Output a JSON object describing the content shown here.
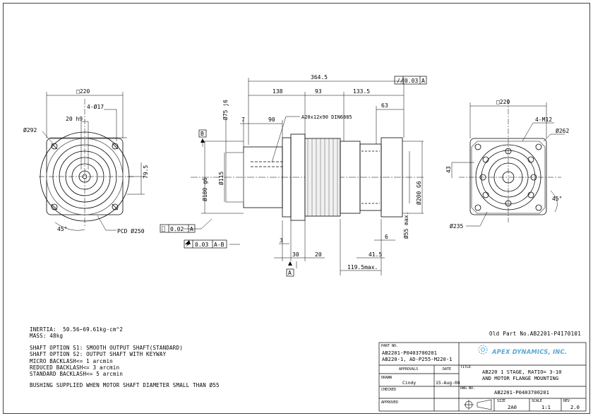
{
  "notes": {
    "inertia": "INERTIA:  50.56~69.61kg-cm^2",
    "mass": "MASS: 48kg",
    "shaft_s1": "SHAFT OPTION S1: SMOOTH OUTPUT SHAFT(STANDARD)",
    "shaft_s2": "SHAFT OPTION S2: OUTPUT SHAFT WITH KEYWAY",
    "micro": "MICRO BACKLASH<= 1 arcmin",
    "reduced": "REDUCED BACKLASH<= 3 arcmin",
    "standard": "STANDARD BACKLASH<= 5 arcmin",
    "bushing": "BUSHING SUPPLIED WHEN MOTOR SHAFT DIAMETER SMALL THAN Ø55"
  },
  "old_part": "Old Part No.AB2201-P4170101",
  "title_block": {
    "part_no_label": "PART NO.",
    "part_no_1": "AB2201-P0403700201",
    "part_no_2": "AB220-1, AD-P255-M220-1",
    "company": "APEX DYNAMICS, INC.",
    "approvals_label": "APPROVALS",
    "date_label": "DATE",
    "title_label": "TITLE",
    "title_1": "AB220 1 STAGE, RATIO= 3-10",
    "title_2": "AND MOTOR FLANGE MOUNTING",
    "drawn_label": "DRAWN",
    "drawn_by": "Cindy",
    "drawn_date": "15-Aug-08",
    "checked_label": "CHECKED",
    "dwg_label": "DWG NO.",
    "dwg_no": "AB2201-P0403700201",
    "approved_label": "APPROVED",
    "size_label": "SIZE",
    "size": "2A0",
    "scale_label": "SCALE",
    "scale": "1:1",
    "rev_label": "REV",
    "rev": "2.0"
  },
  "dims": {
    "sq220_left": "□220",
    "hole_d17": "4-Ø17",
    "key_20h9": "20 h9",
    "d292": "Ø292",
    "d79_5": "79.5",
    "angle45": "45°",
    "pcd250": "PCD Ø250",
    "flat_tol": "0.02",
    "datum_a": "A",
    "runout_tol": "0.03",
    "datum_ab": "A-B",
    "datum_b": "B",
    "d75j6": "Ø75 j6",
    "len364_5": "364.5",
    "par_tol": "0.03",
    "len138": "138",
    "len93": "93",
    "len133_5": "133.5",
    "len63": "63",
    "len7": "7",
    "len90": "90",
    "spline": "A20x12x90 DIN6885",
    "d180g6": "Ø180 g6",
    "d115": "Ø115",
    "d200g6": "Ø200 G6",
    "d55max": "Ø55 max.",
    "len3": "3",
    "len30": "30",
    "len20": "20",
    "len6": "6",
    "len41_5": "41.5",
    "len119_5": "119.5max.",
    "sq220_right": "□220",
    "m12": "4-M12",
    "d262": "Ø262",
    "len43": "43",
    "d235": "Ø235",
    "angle45_r": "45°"
  }
}
